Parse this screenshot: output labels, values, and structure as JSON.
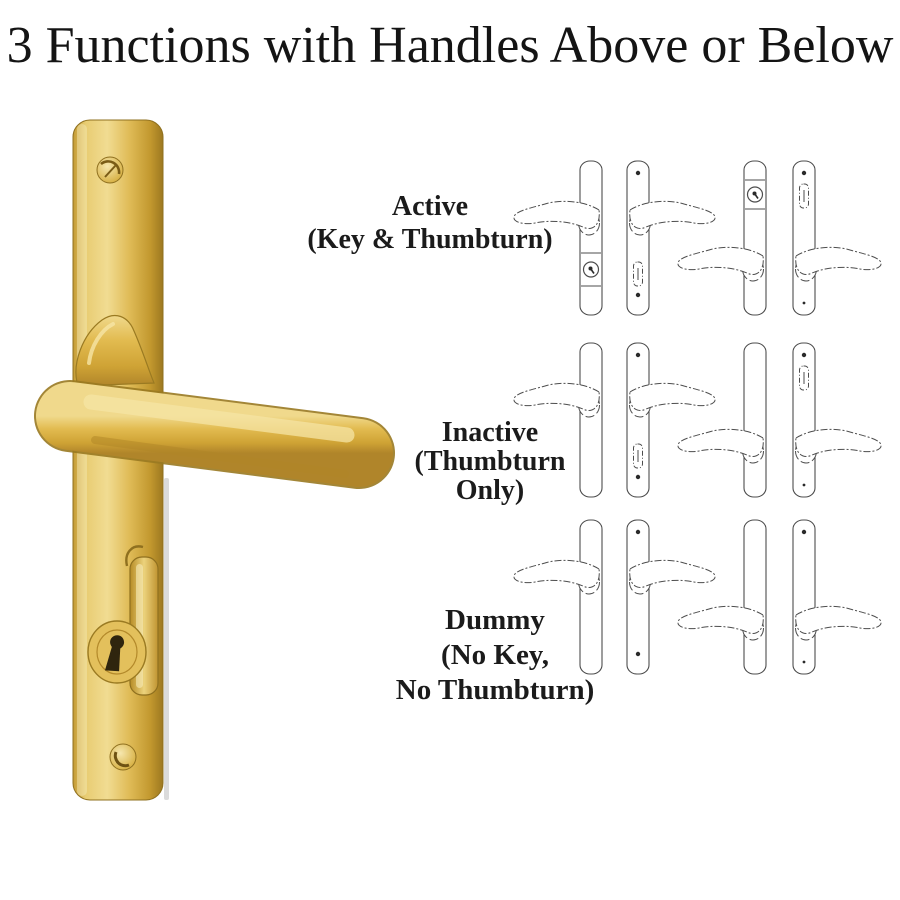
{
  "title": "3 Functions with Handles Above or Below",
  "colors": {
    "background": "#ffffff",
    "text": "#141414",
    "line_art": "#4d4d4d",
    "brass_light": "#f2dd9a",
    "brass_mid": "#d9b04a",
    "brass_dark": "#a37c1e"
  },
  "photo": {
    "name": "brass-multipoint-handle",
    "parts": [
      "backplate",
      "top-screw",
      "thumbturn",
      "lever",
      "keyhole-cover-slot",
      "key-cylinder",
      "bottom-screw"
    ]
  },
  "diagram": {
    "functions": [
      {
        "id": "active",
        "label": "Active\n(Key & Thumbturn)",
        "pairs": [
          {
            "handle_position": "above",
            "plates": [
              {
                "features": [
                  "cylinder_bottom"
                ]
              },
              {
                "features": [
                  "screw_top",
                  "thumbturn_bottom",
                  "screw_bottom"
                ]
              }
            ]
          },
          {
            "handle_position": "below",
            "plates": [
              {
                "features": [
                  "cylinder_top"
                ]
              },
              {
                "features": [
                  "screw_top",
                  "thumbturn_top",
                  "screw_bottom_small"
                ]
              }
            ]
          }
        ]
      },
      {
        "id": "inactive",
        "label": "Inactive\n(Thumbturn\nOnly)",
        "pairs": [
          {
            "handle_position": "above",
            "plates": [
              {
                "features": []
              },
              {
                "features": [
                  "screw_top",
                  "thumbturn_bottom",
                  "screw_bottom"
                ]
              }
            ]
          },
          {
            "handle_position": "below",
            "plates": [
              {
                "features": []
              },
              {
                "features": [
                  "screw_top",
                  "thumbturn_top",
                  "screw_bottom_small"
                ]
              }
            ]
          }
        ]
      },
      {
        "id": "dummy",
        "label": "Dummy\n(No Key,\nNo Thumbturn)",
        "pairs": [
          {
            "handle_position": "above",
            "plates": [
              {
                "features": []
              },
              {
                "features": [
                  "screw_top",
                  "screw_bottom"
                ]
              }
            ]
          },
          {
            "handle_position": "below",
            "plates": [
              {
                "features": []
              },
              {
                "features": [
                  "screw_top",
                  "screw_bottom_small"
                ]
              }
            ]
          }
        ]
      }
    ]
  }
}
